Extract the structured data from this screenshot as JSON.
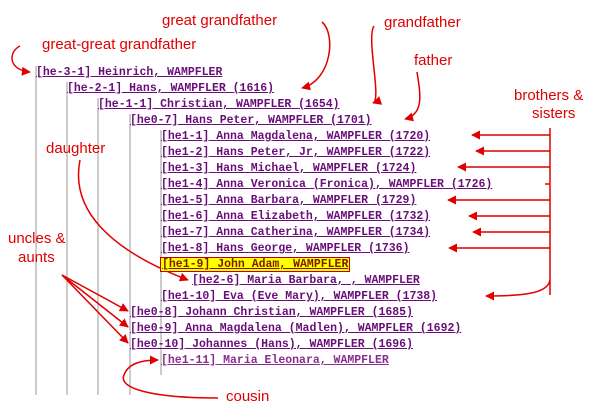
{
  "tree": {
    "entries": [
      {
        "id": "he-3-1",
        "code": "[he-3-1]",
        "name": "Heinrich, WAMPFLER",
        "year": ""
      },
      {
        "id": "he-2-1",
        "code": "[he-2-1]",
        "name": "Hans, WAMPFLER",
        "year": "(1616)"
      },
      {
        "id": "he-1-1",
        "code": "[he-1-1]",
        "name": "Christian, WAMPFLER",
        "year": "(1654)"
      },
      {
        "id": "he0-7",
        "code": "[he0-7]",
        "name": "Hans Peter, WAMPFLER",
        "year": "(1701)"
      },
      {
        "id": "he1-1",
        "code": "[he1-1]",
        "name": "Anna Magdalena, WAMPFLER",
        "year": "(1720)"
      },
      {
        "id": "he1-2",
        "code": "[he1-2]",
        "name": "Hans Peter, Jr, WAMPFLER",
        "year": "(1722)"
      },
      {
        "id": "he1-3",
        "code": "[he1-3]",
        "name": "Hans Michael, WAMPFLER",
        "year": "(1724)"
      },
      {
        "id": "he1-4",
        "code": "[he1-4]",
        "name": "Anna Veronica (Fronica), WAMPFLER",
        "year": "(1726)"
      },
      {
        "id": "he1-5",
        "code": "[he1-5]",
        "name": "Anna Barbara, WAMPFLER",
        "year": "(1729)"
      },
      {
        "id": "he1-6",
        "code": "[he1-6]",
        "name": "Anna Elizabeth, WAMPFLER",
        "year": "(1732)"
      },
      {
        "id": "he1-7",
        "code": "[he1-7]",
        "name": "Anna Catherina, WAMPFLER",
        "year": "(1734)"
      },
      {
        "id": "he1-8",
        "code": "[he1-8]",
        "name": "Hans George, WAMPFLER",
        "year": "(1736)"
      },
      {
        "id": "he1-9",
        "code": "[he1-9]",
        "name": "John Adam, WAMPFLER",
        "year": ""
      },
      {
        "id": "he2-6",
        "code": "[he2-6]",
        "name": "Maria Barbara, , WAMPFLER",
        "year": ""
      },
      {
        "id": "he1-10",
        "code": "[he1-10]",
        "name": "Eva (Eve Mary), WAMPFLER",
        "year": "(1738)"
      },
      {
        "id": "he0-8",
        "code": "[he0-8]",
        "name": "Johann Christian, WAMPFLER",
        "year": "(1685)"
      },
      {
        "id": "he0-9",
        "code": "[he0-9]",
        "name": "Anna Magdalena (Madlen), WAMPFLER",
        "year": "(1692)"
      },
      {
        "id": "he0-10",
        "code": "[he0-10]",
        "name": "Johannes (Hans), WAMPFLER",
        "year": "(1696)"
      },
      {
        "id": "he1-11",
        "code": "[he1-11]",
        "name": "Maria Eleonara, WAMPFLER",
        "year": ""
      }
    ]
  },
  "annotations": {
    "great_great_grandfather": "great-great grandfather",
    "great_grandfather": "great grandfather",
    "grandfather": "grandfather",
    "father": "father",
    "brothers_sisters_line1": "brothers &",
    "brothers_sisters_line2": "sisters",
    "daughter": "daughter",
    "uncles_aunts_line1": "uncles &",
    "uncles_aunts_line2": "aunts",
    "cousin": "cousin"
  },
  "colors": {
    "annotation": "#e00000",
    "link": "#6a0d7a",
    "highlight": "#ffff00",
    "guide_line": "#999999"
  }
}
